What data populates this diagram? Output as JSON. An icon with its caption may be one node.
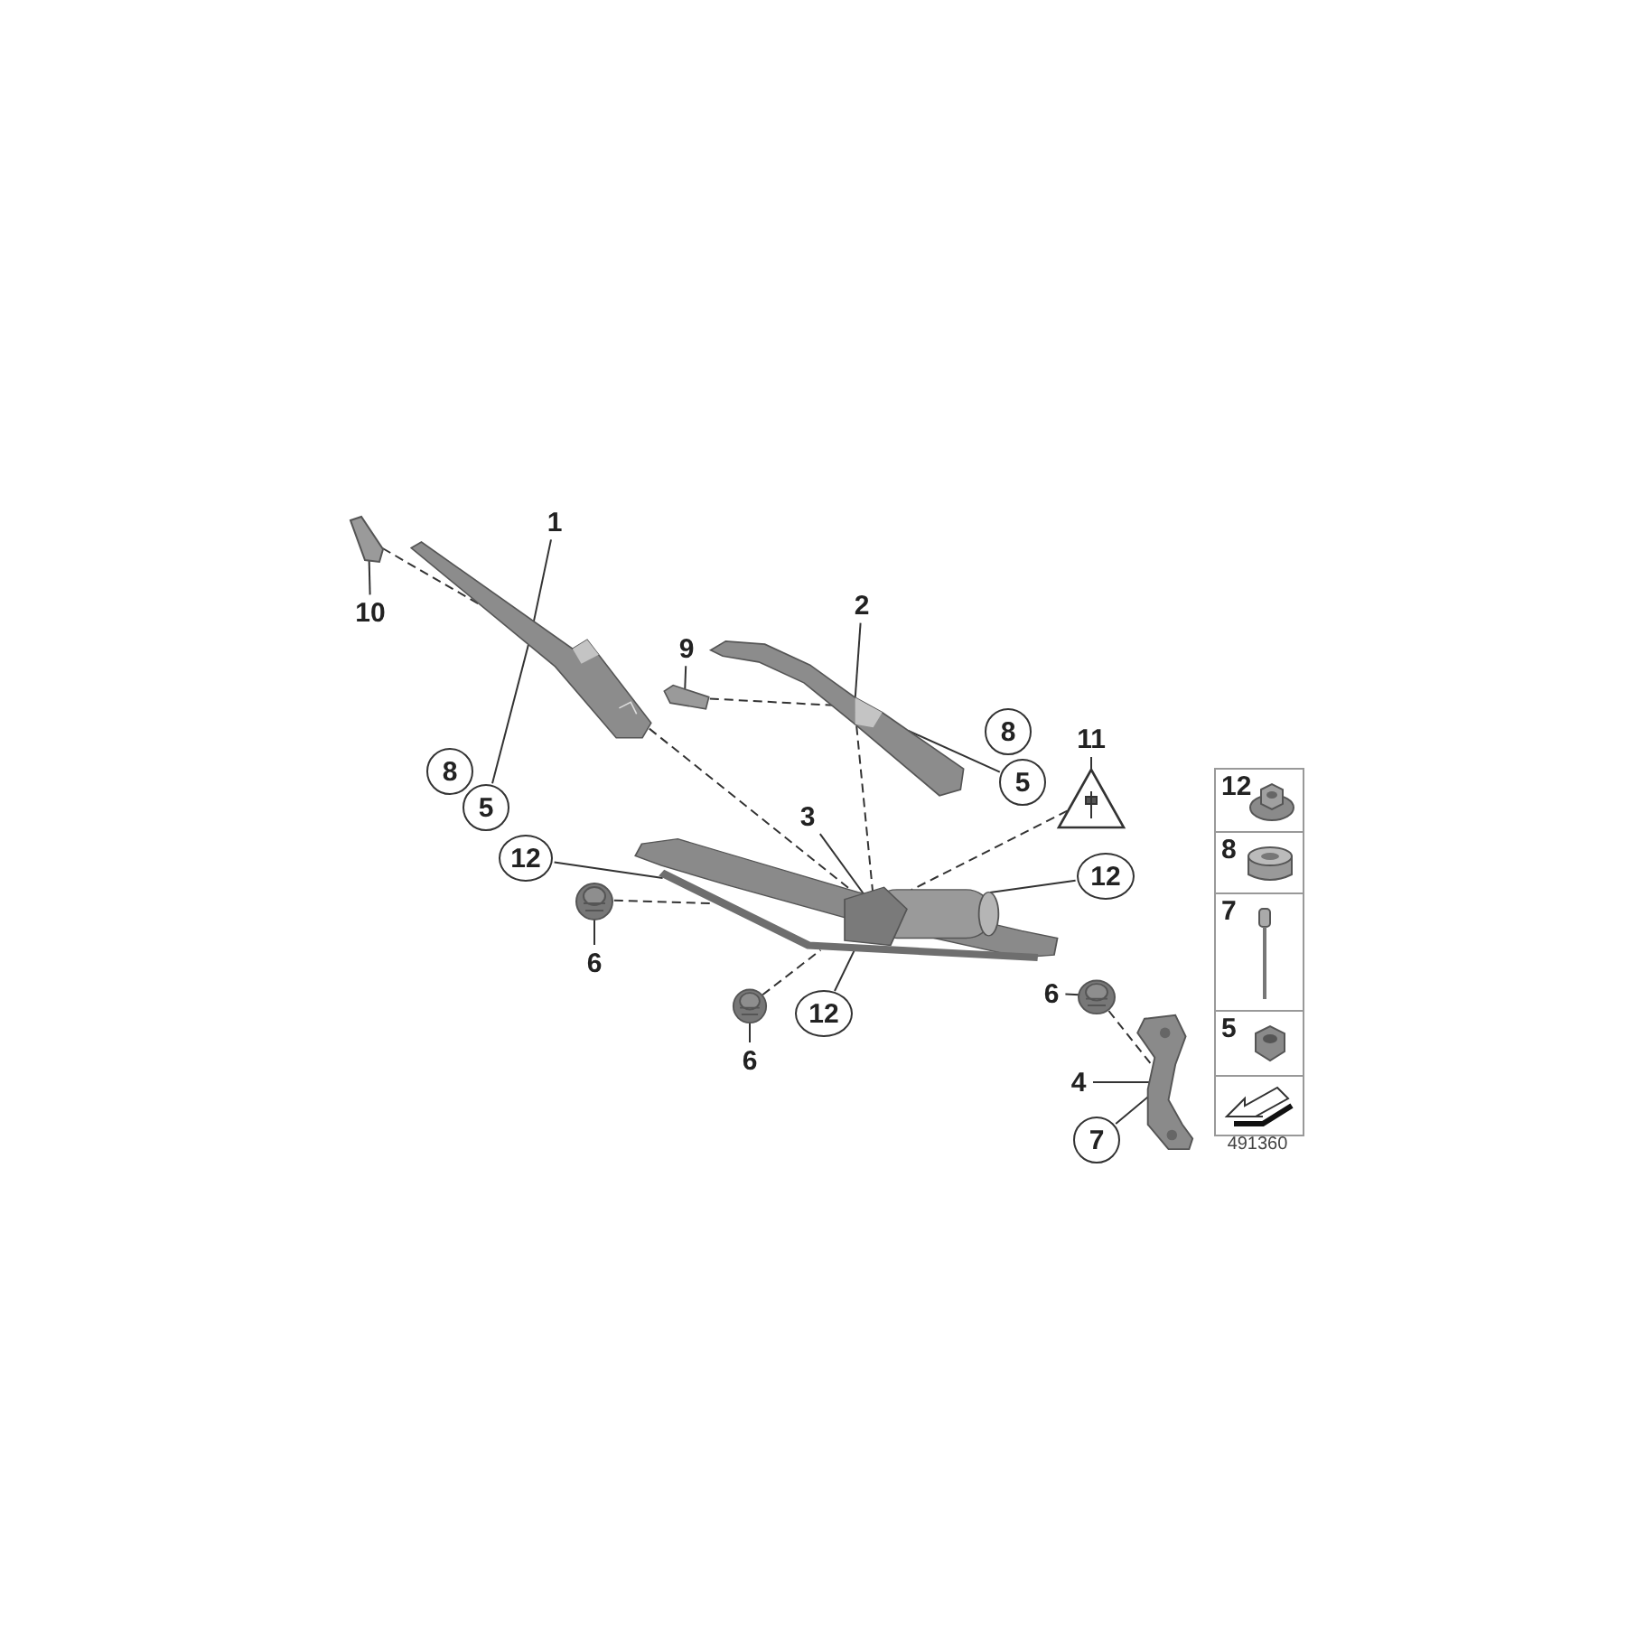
{
  "diagram": {
    "nodes": [
      {
        "text": [],
        "shape": "picture"
      },
      {
        "text": [],
        "shape": "picture"
      },
      {
        "text": [
          "1"
        ]
      },
      {
        "text": [
          "10"
        ]
      },
      {
        "text": [
          "9"
        ]
      },
      {
        "text": [],
        "shape": "picture"
      },
      {
        "text": [],
        "shape": "picture"
      },
      {
        "text": [
          "2"
        ]
      },
      {
        "text": [
          "8"
        ]
      },
      {
        "text": [
          "5"
        ]
      },
      {
        "text": [
          "11"
        ]
      },
      {
        "text": [],
        "shape": "picture"
      },
      {
        "text": [
          "8"
        ]
      },
      {
        "text": [
          "5"
        ]
      },
      {
        "text": [
          "12"
        ]
      },
      {
        "text": [
          "3"
        ]
      },
      {
        "text": [],
        "shape": "picture"
      },
      {
        "text": [],
        "shape": "picture"
      },
      {
        "text": [
          "6"
        ]
      },
      {
        "text": [
          "12"
        ]
      },
      {
        "text": [],
        "shape": "picture"
      },
      {
        "text": [
          "6"
        ]
      },
      {
        "text": [
          "12"
        ]
      },
      {
        "text": [],
        "shape": "picture"
      },
      {
        "text": [
          "6"
        ]
      },
      {
        "text": [],
        "shape": "picture"
      },
      {
        "text": [
          "4"
        ]
      },
      {
        "text": [
          "7"
        ]
      }
    ],
    "edges": [
      {
        "from": 2,
        "to": 0,
        "arrow": "none"
      },
      {
        "from": 3,
        "to": 1,
        "arrow": "none"
      },
      {
        "from": 4,
        "to": 5,
        "arrow": "none"
      },
      {
        "from": 7,
        "to": 6,
        "arrow": "none"
      },
      {
        "from": 9,
        "to": 0,
        "arrow": "none"
      },
      {
        "from": 10,
        "to": 11,
        "arrow": "none"
      },
      {
        "from": 13,
        "to": 6,
        "arrow": "none"
      },
      {
        "from": 14,
        "to": 16,
        "arrow": "none"
      },
      {
        "from": 15,
        "to": 16,
        "arrow": "none"
      },
      {
        "from": 18,
        "to": 17,
        "arrow": "none"
      },
      {
        "from": 19,
        "to": 16,
        "arrow": "none"
      },
      {
        "from": 22,
        "to": 16,
        "arrow": "none"
      },
      {
        "from": 21,
        "to": 20,
        "arrow": "none"
      },
      {
        "from": 24,
        "to": 23,
        "arrow": "none"
      },
      {
        "from": 26,
        "to": 25,
        "arrow": "none"
      },
      {
        "from": 27,
        "to": 25,
        "arrow": "none"
      },
      {
        "from": 1,
        "to": 0,
        "arrow": "none",
        "style": "dashed"
      },
      {
        "from": 5,
        "to": 6,
        "arrow": "none",
        "style": "dashed"
      },
      {
        "from": 0,
        "to": 16,
        "arrow": "none",
        "style": "dashed"
      },
      {
        "from": 6,
        "to": 16,
        "arrow": "none",
        "style": "dashed"
      },
      {
        "from": 17,
        "to": 16,
        "arrow": "none",
        "style": "dashed"
      },
      {
        "from": 20,
        "to": 16,
        "arrow": "none",
        "style": "dashed"
      },
      {
        "from": 11,
        "to": 16,
        "arrow": "none",
        "style": "dashed"
      },
      {
        "from": 23,
        "to": 25,
        "arrow": "none",
        "style": "dashed"
      }
    ],
    "labels": [
      "12",
      "8",
      "7",
      "5",
      "491360"
    ]
  }
}
